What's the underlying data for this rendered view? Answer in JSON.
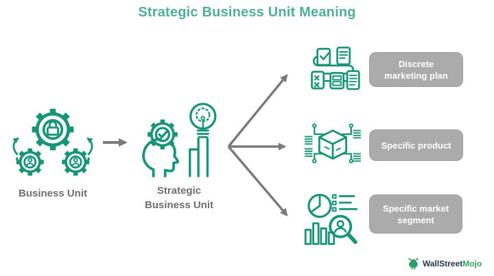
{
  "header": {
    "title": "Strategic Business Unit Meaning"
  },
  "colors": {
    "accent": "#189478",
    "title": "#4fae96",
    "label": "#6e6e6e",
    "box-bg": "#ababab",
    "box-text": "#ffffff",
    "arrow": "#7a7a7a",
    "logo-green": "#2f9e63",
    "logo-dark": "#253347"
  },
  "nodes": {
    "business_unit": {
      "label": "Business Unit",
      "icon": "team-gears-icon"
    },
    "strategic_business_unit": {
      "label": "Strategic Business Unit",
      "label_lines": [
        "Strategic",
        "Business Unit"
      ],
      "icon": "head-gear-lightbulb-icon"
    }
  },
  "outcomes": [
    {
      "label": "Discrete marketing plan",
      "label_lines": [
        "Discrete",
        "marketing plan"
      ],
      "icon": "marketing-plan-checklist-icon"
    },
    {
      "label": "Specific product",
      "label_lines": [
        "Specific product"
      ],
      "icon": "product-cube-icon"
    },
    {
      "label": "Specific market segment",
      "label_lines": [
        "Specific market",
        "segment"
      ],
      "icon": "market-analysis-icon"
    }
  ],
  "logo": {
    "name_part1": "WallStreet",
    "name_part2": "Mojo",
    "icon": "bull-icon"
  }
}
